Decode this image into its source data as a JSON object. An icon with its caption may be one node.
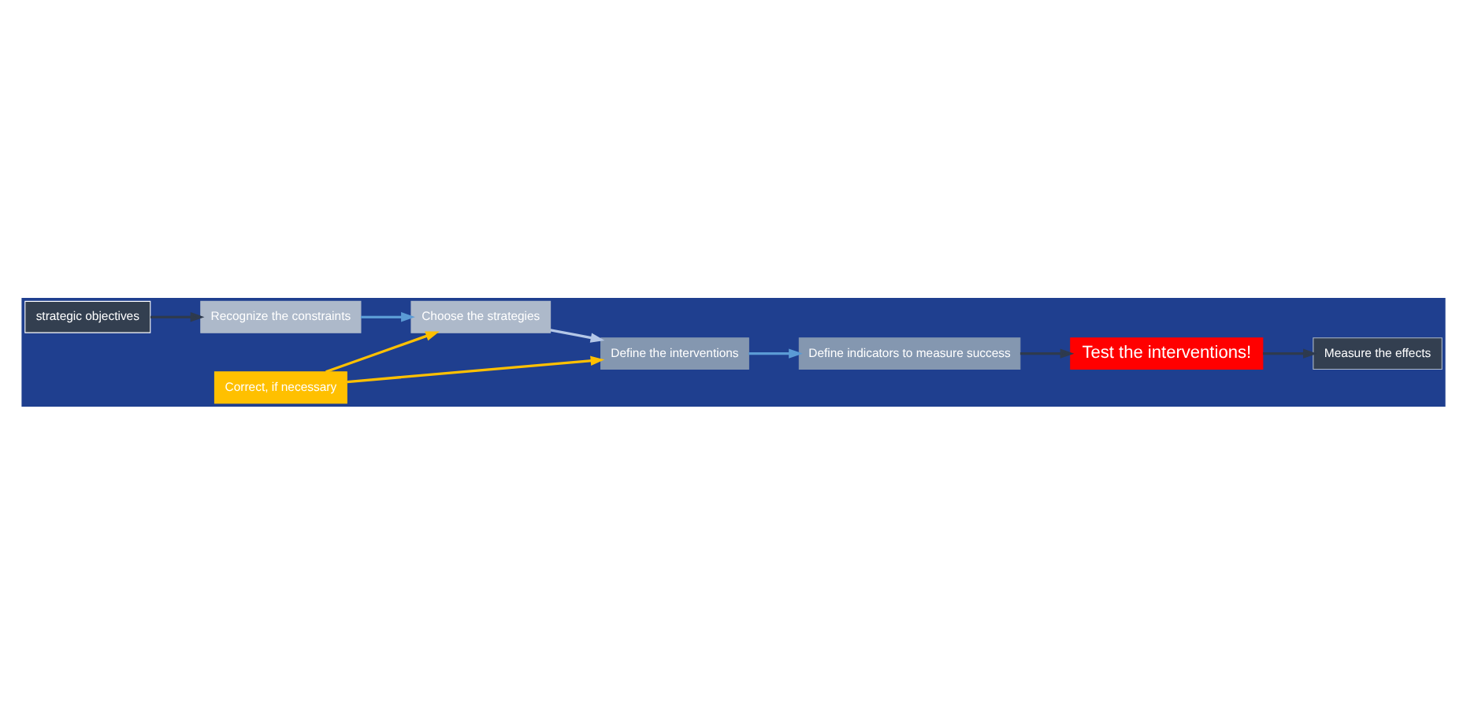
{
  "diagram": {
    "nodes": [
      {
        "text": [
          "strategic objectives"
        ]
      },
      {
        "text": [
          "Recognize the constraints"
        ]
      },
      {
        "text": [
          "Choose the strategies"
        ]
      },
      {
        "text": [
          "Measure the effects"
        ]
      },
      {
        "text": [
          "Correct, if necessary"
        ]
      },
      {
        "text": [
          "Test the interventions!"
        ]
      },
      {
        "text": [
          "Define indicators to measure success"
        ]
      },
      {
        "text": [
          "Define the interventions"
        ]
      }
    ],
    "edges": [
      {
        "from": 0,
        "to": 1,
        "arrow": "to"
      },
      {
        "from": 1,
        "to": 2,
        "arrow": "to",
        "color": "#5b9bd5"
      },
      {
        "from": 2,
        "to": 7,
        "arrow": "to",
        "color": "#b4c7e7"
      },
      {
        "from": 4,
        "to": 2,
        "arrow": "to",
        "color": "#ffc000"
      },
      {
        "from": 4,
        "to": 7,
        "arrow": "to",
        "color": "#ffc000"
      },
      {
        "from": 7,
        "to": 6,
        "arrow": "to",
        "color": "#5b9bd5"
      },
      {
        "from": 6,
        "to": 5,
        "arrow": "to"
      },
      {
        "from": 5,
        "to": 3,
        "arrow": "to"
      }
    ]
  }
}
